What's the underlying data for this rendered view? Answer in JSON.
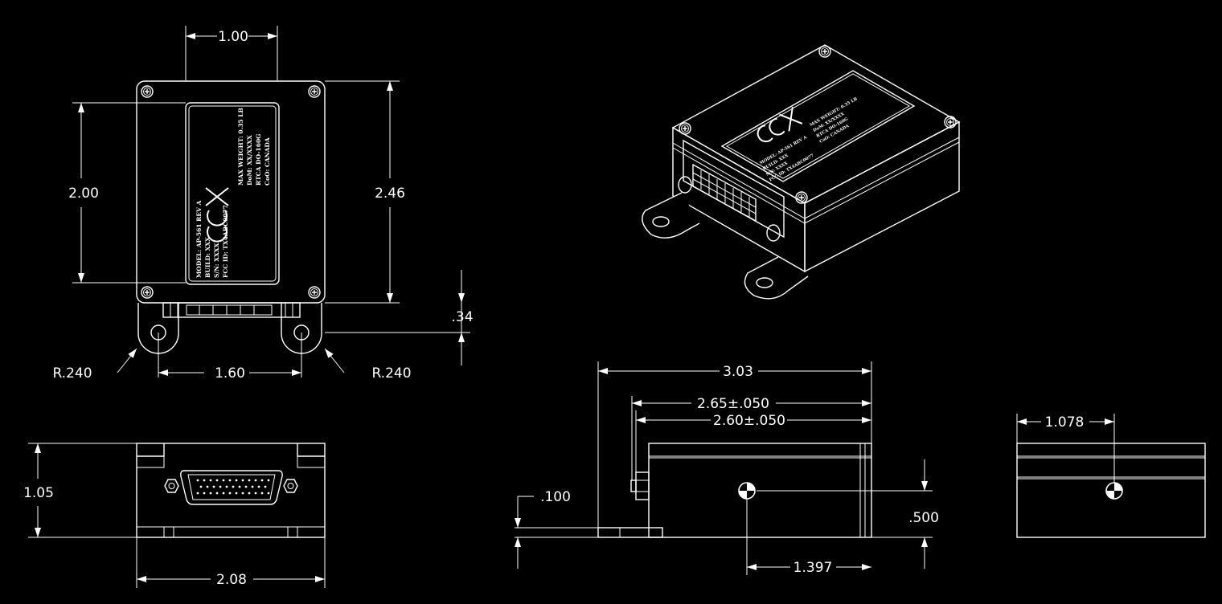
{
  "dimensions": {
    "top_width": "1.00",
    "plate_height": "2.00",
    "overall_height": "2.46",
    "flange_offset": ".34",
    "radius_left": "R.240",
    "radius_right": "R.240",
    "hole_spacing": "1.60",
    "front_height": "1.05",
    "front_width": "2.08",
    "side_overall": "3.03",
    "side_a": "2.65±.050",
    "side_b": "2.60±.050",
    "flange_thick": ".100",
    "cg_height": ".500",
    "cg_x": "1.397",
    "end_cg": "1.078"
  },
  "label": {
    "logo": "CCX",
    "left_lines": [
      "MODEL:  AP-561   REV  A",
      "BUILD:  XXX",
      "S/N:  XXXX",
      "FCC  ID:  TX4ABC0077"
    ],
    "right_lines": [
      "MAX WEIGHT: 0.35 LB",
      "DoM: XX/XXXX",
      "RTCA DO-160G",
      "CoO: CANADA"
    ]
  }
}
